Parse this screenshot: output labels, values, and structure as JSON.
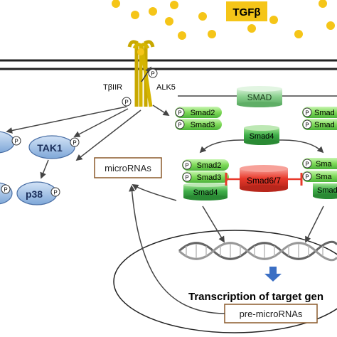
{
  "ligand": {
    "label": "TGFβ"
  },
  "receptors": {
    "type2": "TβIIR",
    "type1": "ALK5"
  },
  "phospho": "P",
  "smad": {
    "generic": "SMAD",
    "smad2": "Smad2",
    "smad3": "Smad3",
    "smad4": "Smad4",
    "inhibitory": "Smad6/7",
    "right_cut_1": "Smad",
    "right_cut_2": "Smad",
    "right_cut_3": "Sma",
    "right_cut_4": "Sma",
    "right_cut_5": "Smad"
  },
  "kinases": {
    "tak1": "TAK1",
    "p38": "p38"
  },
  "boxes": {
    "micrornas": "microRNAs",
    "pre_micrornas": "pre-microRNAs"
  },
  "nucleus": {
    "transcription": "Transcription of target gen"
  },
  "colors": {
    "ligand": "#f5c518",
    "smad_green": "#7ed957",
    "smad4_green": "#3fae49",
    "smad_generic": "#8ad08e",
    "inhibitory_red": "#e8392b",
    "kinase_blue": "#8db4e2",
    "box_border": "#8b5a2b",
    "arrow_blue": "#3b6fc4"
  }
}
